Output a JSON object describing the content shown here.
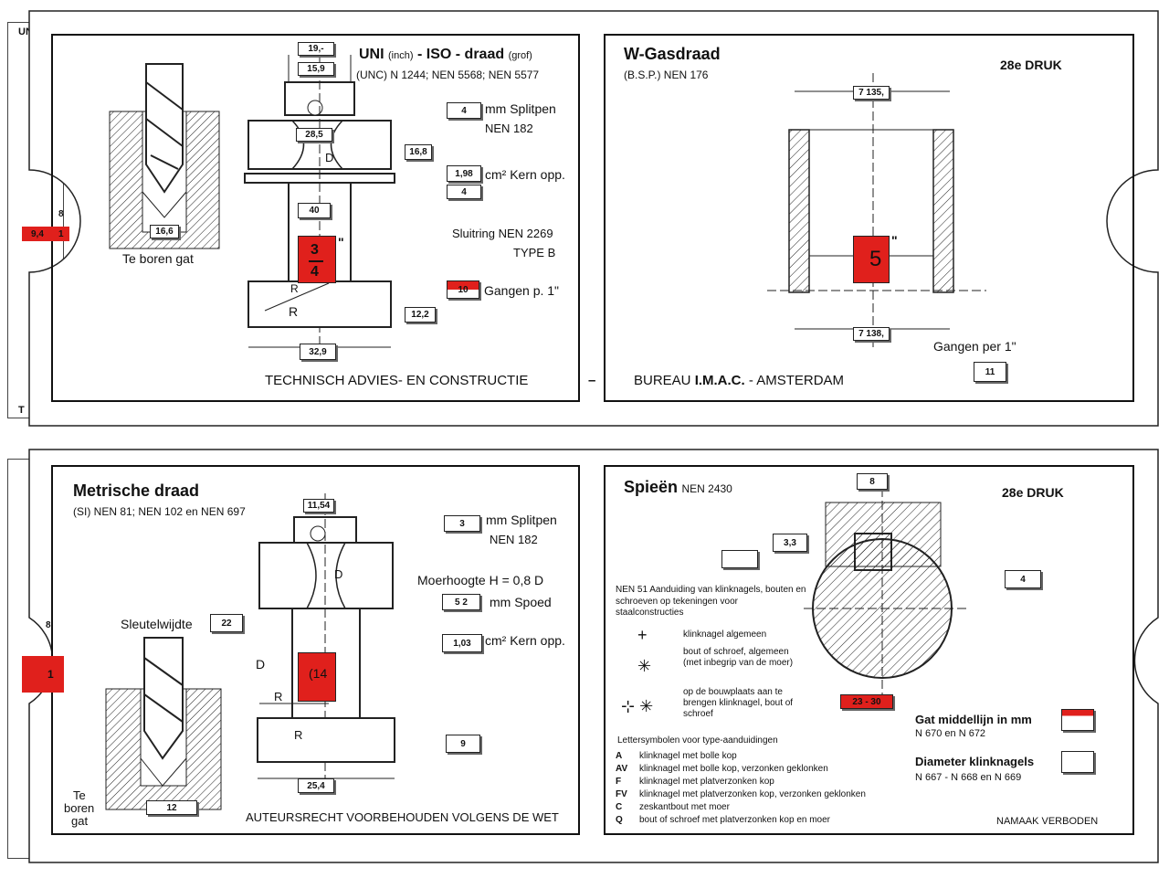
{
  "accent_red": "#e0201c",
  "ink_color": "#111111",
  "top_card": {
    "left_panel": {
      "title_uni": "UNI",
      "title_inch": "(inch)",
      "title_iso": "- ISO - draad",
      "title_grof": "(grof)",
      "subtitle": "(UNC) N 1244; NEN 5568; NEN 5577",
      "bolt_top_value": "19,-",
      "bolt_top2_value": "15,9",
      "nut_width_value": "28,5",
      "shank_value": "40",
      "head_value": "32,9",
      "splitpen_value": "4",
      "splitpen_label": "mm Splitpen",
      "splitpen_norm": "NEN 182",
      "height_value": "16,8",
      "kern_value": "1,98",
      "kern_label": "cm² Kern opp.",
      "kern2_value": "4",
      "sluitring_label": "Sluitring NEN 2269",
      "sluitring_type": "TYPE B",
      "size_num": "3",
      "size_den": "4",
      "size_unit": "\"",
      "gangen_value": "10",
      "gangen_label": "Gangen p. 1\"",
      "head_height_value": "12,2",
      "drill_value": "16,6",
      "drill_label": "Te boren gat",
      "label_d": "D",
      "label_r1": "R",
      "label_r2": "R",
      "footer": "TECHNISCH ADVIES- EN CONSTRUCTIE",
      "dash": "–"
    },
    "right_panel": {
      "title": "W-Gasdraad",
      "subtitle": "(B.S.P.) NEN 176",
      "edition": "28e DRUK",
      "top_value": "7 135,",
      "size_value": "5",
      "size_unit": "\"",
      "bottom_value": "7 138,",
      "gangen_label": "Gangen per 1\"",
      "gangen_value": "11",
      "footer_pre": "BUREAU",
      "footer_imac": "I.M.A.C.",
      "footer_post": "- AMSTERDAM"
    },
    "slide_left_values": [
      "8",
      "9,4",
      "1"
    ],
    "slide_letter": "T",
    "slide_top": "UN"
  },
  "bottom_card": {
    "left_panel": {
      "title": "Metrische draad",
      "subtitle": "(SI) NEN 81; NEN 102 en NEN 697",
      "top_value": "11,54",
      "splitpen_value": "3",
      "splitpen_label": "mm Splitpen",
      "splitpen_norm": "NEN 182",
      "moerhoogte_label": "Moerhoogte H = 0,8 D",
      "spoed_value": "5   2",
      "spoed_label": "mm Spoed",
      "kern_value": "1,03",
      "kern_label": "cm² Kern opp.",
      "sleutel_label": "Sleutelwijdte",
      "sleutel_value": "22",
      "size_value": "(14",
      "label_d": "D",
      "label_d2": "D",
      "label_r": "R",
      "label_r2": "R",
      "head_value": "9",
      "width_value": "25,4",
      "drill_value": "12",
      "drill_label_1": "Te",
      "drill_label_2": "boren",
      "drill_label_3": "gat",
      "footer": "AUTEURSRECHT VOORBEHOUDEN VOLGENS DE WET"
    },
    "right_panel": {
      "title": "Spieën",
      "norm": "NEN 2430",
      "edition": "28e DRUK",
      "top_value": "8",
      "depth_value": "3,3",
      "right_value": "4",
      "bore_value": "23 - 30",
      "legend_heading": "NEN 51 Aanduiding van klinknagels, bouten en schroeven op tekeningen voor staalconstructies",
      "sym1": "klinknagel algemeen",
      "sym2": "bout of schroef, algemeen (met inbegrip van de moer)",
      "sym3": "op de bouwplaats aan te brengen klinknagel, bout of schroef",
      "letters_heading": "Lettersymbolen voor type-aanduidingen",
      "letters": [
        {
          "code": "A",
          "desc": "klinknagel met bolle kop"
        },
        {
          "code": "AV",
          "desc": "klinknagel met bolle kop, verzonken geklonken"
        },
        {
          "code": "F",
          "desc": "klinknagel met platverzonken kop"
        },
        {
          "code": "FV",
          "desc": "klinknagel met platverzonken kop, verzonken geklonken"
        },
        {
          "code": "C",
          "desc": "zeskantbout met moer"
        },
        {
          "code": "Q",
          "desc": "bout of schroef met platverzonken kop en moer"
        }
      ],
      "gat_label": "Gat middellijn in mm",
      "gat_norm": "N 670 en N 672",
      "diam_label": "Diameter klinknagels",
      "diam_norm": "N 667 - N 668 en N 669",
      "footer": "NAMAAK VERBODEN"
    },
    "slide_left_values": [
      "8",
      "1"
    ]
  }
}
